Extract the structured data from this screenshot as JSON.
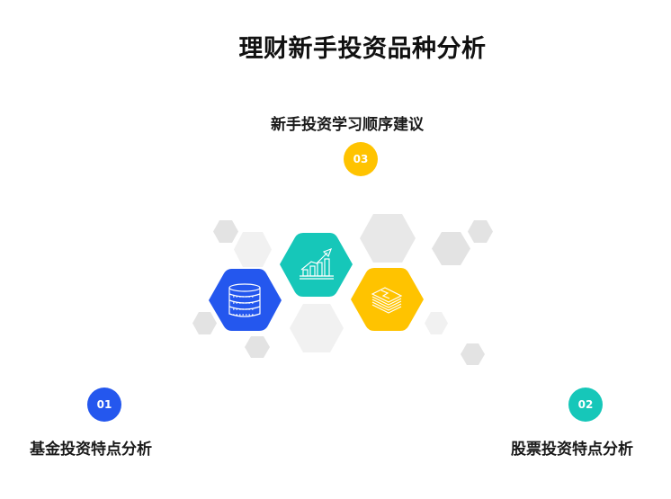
{
  "title": "理财新手投资品种分析",
  "items": [
    {
      "number": "01",
      "label": "基金投资特点分析",
      "color": "#2457EE",
      "icon": "database-stack-icon"
    },
    {
      "number": "02",
      "label": "股票投资特点分析",
      "color": "#16C7B9",
      "icon": "growth-chart-icon"
    },
    {
      "number": "03",
      "label": "新手投资学习顺序建议",
      "color": "#FFC300",
      "icon": "stacked-documents-icon"
    }
  ],
  "colors": {
    "blue": "#2457EE",
    "teal": "#16C7B9",
    "yellow": "#FFC300",
    "gray_dark": "#E3E3E3",
    "gray_light": "#F1F1F1"
  }
}
